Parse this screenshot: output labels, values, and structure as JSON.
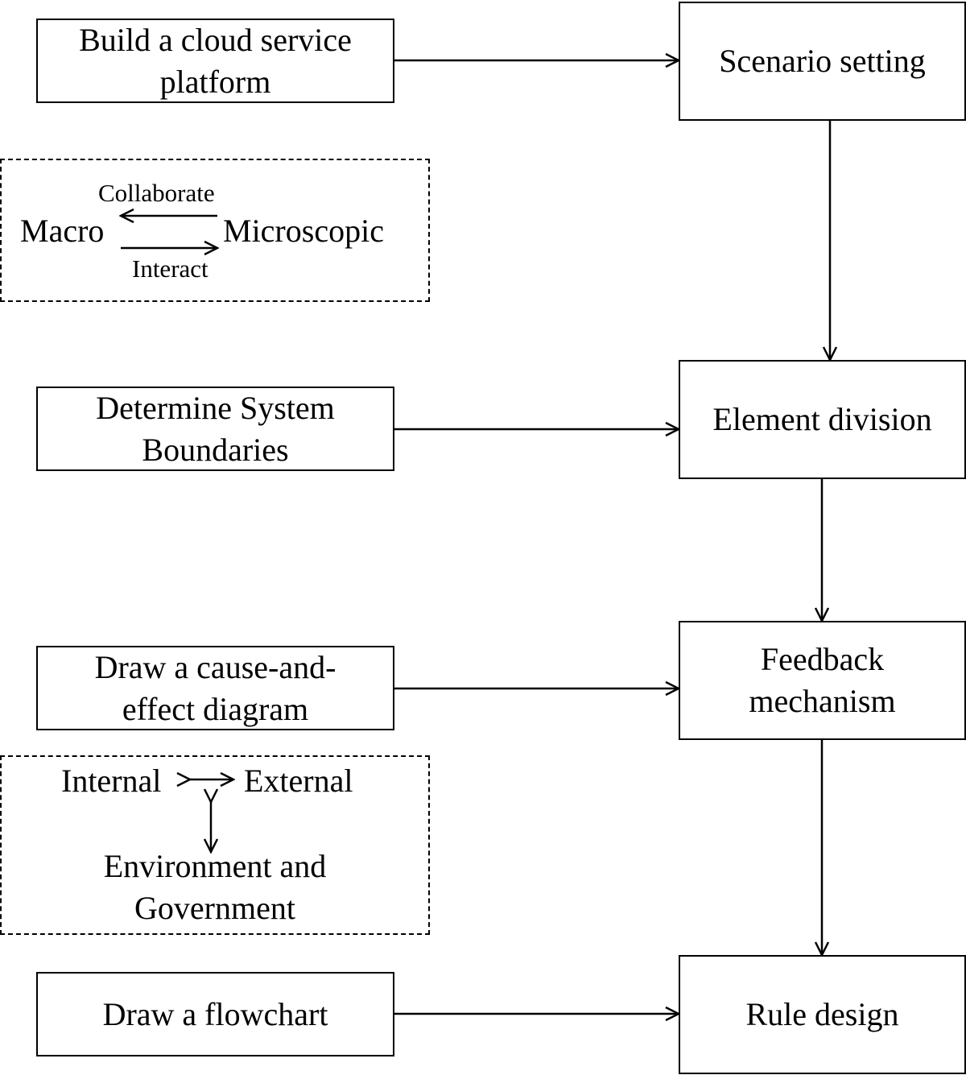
{
  "left_steps": [
    {
      "line1": "Build a cloud service",
      "line2": "platform"
    },
    {
      "line1": "Determine System",
      "line2": "Boundaries"
    },
    {
      "line1": "Draw a cause-and-",
      "line2": "effect diagram"
    },
    {
      "line1": "Draw a flowchart",
      "line2": ""
    }
  ],
  "main_steps": [
    {
      "line1": "Scenario setting",
      "line2": ""
    },
    {
      "line1": "Element division",
      "line2": ""
    },
    {
      "line1": "Feedback",
      "line2": "mechanism"
    },
    {
      "line1": "Rule design",
      "line2": ""
    }
  ],
  "scale_note": {
    "left": "Macro",
    "right": "Microscopic",
    "top_arrow_label": "Collaborate",
    "bottom_arrow_label": "Interact"
  },
  "boundary_note": {
    "left": "Internal",
    "right": "External",
    "bottom_line1": "Environment and",
    "bottom_line2": "Government"
  }
}
